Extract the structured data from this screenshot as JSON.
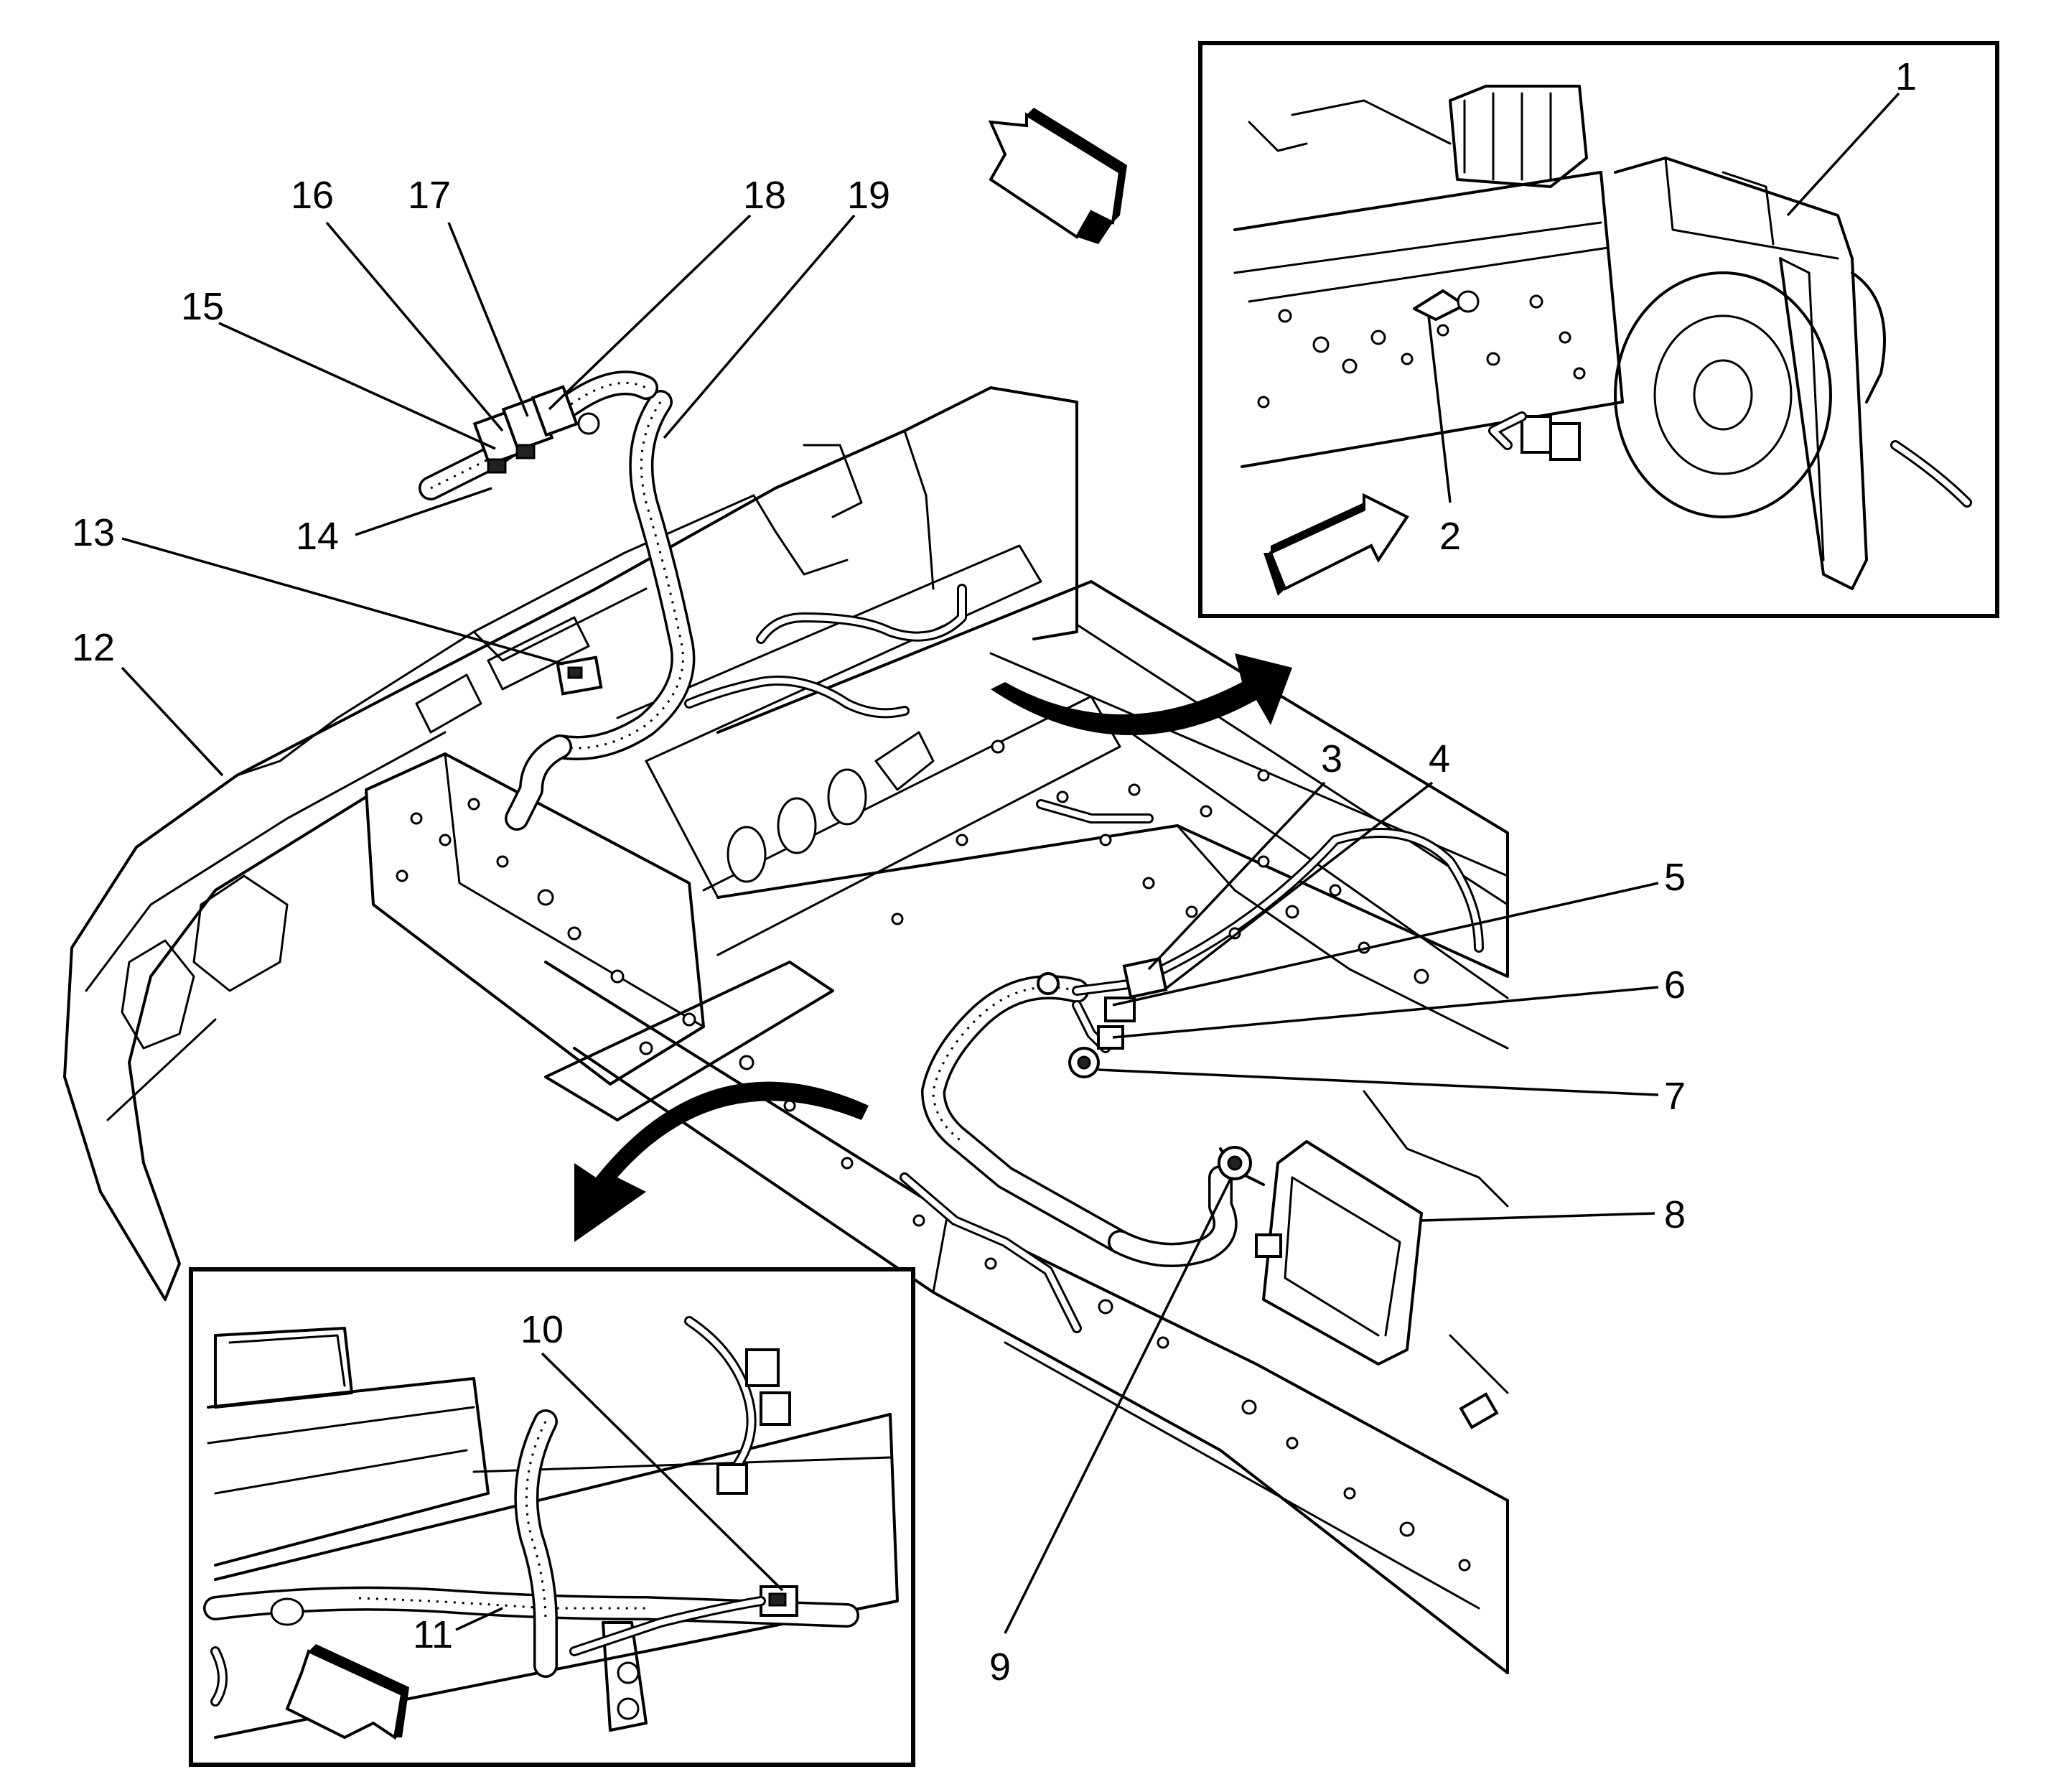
{
  "callouts": {
    "c1": "1",
    "c2": "2",
    "c3": "3",
    "c4": "4",
    "c5": "5",
    "c6": "6",
    "c7": "7",
    "c8": "8",
    "c9": "9",
    "c10": "10",
    "c11": "11",
    "c12": "12",
    "c13": "13",
    "c14": "14",
    "c15": "15",
    "c16": "16",
    "c17": "17",
    "c18": "18",
    "c19": "19"
  },
  "icons": {
    "view_arrow": "direction-arrow-icon",
    "rotate_arrow": "rotation-arrow-icon"
  },
  "colors": {
    "ink": "#000000",
    "paper": "#ffffff"
  }
}
